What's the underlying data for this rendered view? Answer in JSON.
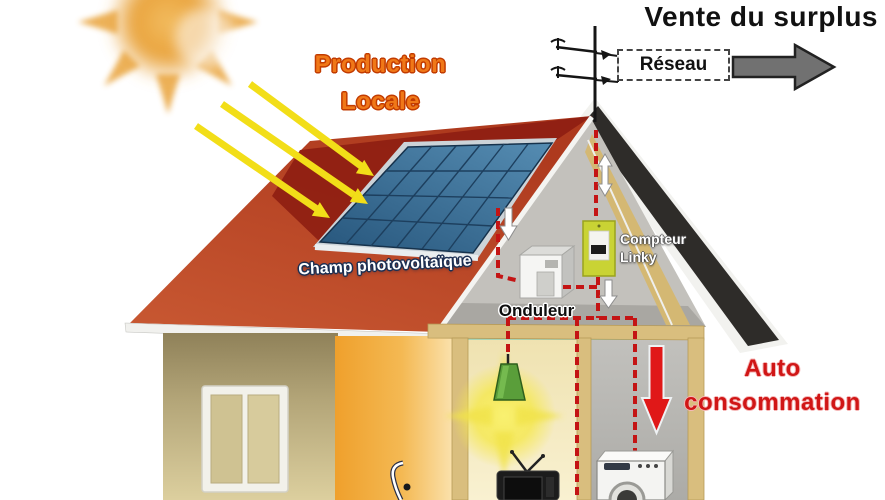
{
  "diagram_title_visible": false,
  "labels": {
    "production_locale": "Production\nLocale",
    "vente_du_surplus": "Vente du surplus",
    "reseau": "Réseau",
    "champ_photovoltaique": "Champ photovoltaïque",
    "onduleur": "Onduleur",
    "compteur_linky": "Compteur\nLinky",
    "auto_consommation": "Auto\nconsommation"
  },
  "colors": {
    "sun_orange": "#e9a43e",
    "ray_yellow": "#f2de18",
    "roof_red": "#bf4526",
    "roof_dark_band": "#8e1e12",
    "panel_blue": "#2f6089",
    "panel_frame_silver": "#ccd3d8",
    "gable_roof_dark": "#2e2c29",
    "attic_gray": "#c3c1bc",
    "insulation_tan": "#d9be7e",
    "wall_tan": "#cdbf8e",
    "wall_orange": "#f0a22e",
    "room_cream": "#f6eec6",
    "room_gray": "#b6b6b2",
    "wire_red": "#c41414",
    "meter_green_yellow": "#c9d334",
    "lamp_green": "#5a9e3a",
    "glow_yellow": "#f5ea55",
    "export_arrow_gray": "#717171",
    "auto_arrow_red": "#e01818",
    "text_orange": "#f07818",
    "text_red": "#d01616",
    "text_black": "#111111"
  },
  "icons": {
    "sun": "sun-icon",
    "sunlight": "sunlight-arrow-icon",
    "solar_panel": "solar-panel-icon",
    "utility_pole": "utility-pole-icon",
    "grid_export": "grid-export-arrow-icon",
    "inverter": "onduleur-device-icon",
    "smart_meter": "compteur-linky-device-icon",
    "lamp": "lamp-icon",
    "tv": "tv-icon",
    "washing_machine": "washing-machine-icon",
    "cable": "cable-icon",
    "auto_consumption": "auto-consumption-arrow-icon",
    "window": "window-icon"
  }
}
